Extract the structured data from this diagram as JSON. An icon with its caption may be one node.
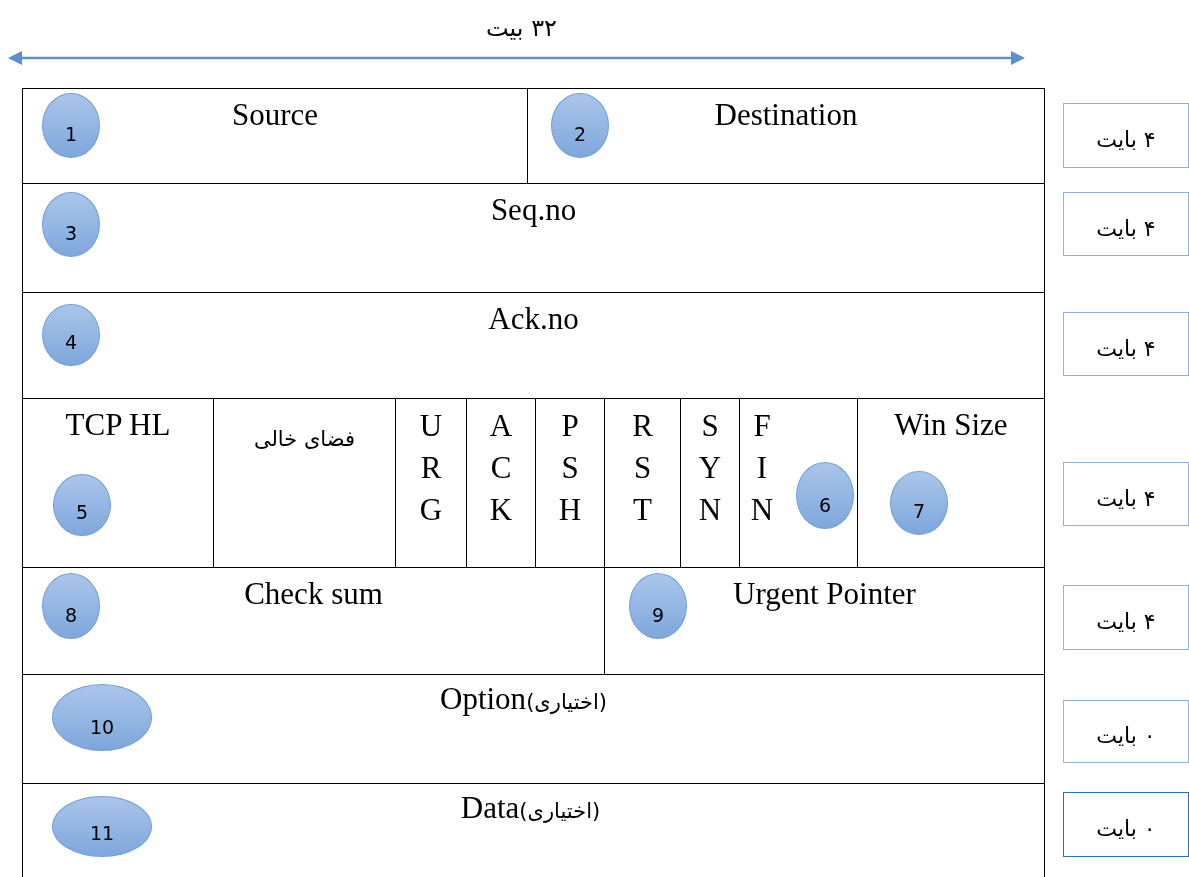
{
  "diagram": {
    "nodes": [
      {
        "text": [
          "Source"
        ]
      },
      {
        "text": [
          "1"
        ],
        "in": 0
      },
      {
        "text": [
          "Destination"
        ]
      },
      {
        "text": [
          "2"
        ],
        "in": 2
      },
      {
        "text": [
          "۴ بایت"
        ]
      },
      {
        "text": [
          "Seq.no"
        ]
      },
      {
        "text": [
          "3"
        ],
        "in": 5
      },
      {
        "text": [
          "۴ بایت"
        ]
      },
      {
        "text": [
          "Ack.no"
        ]
      },
      {
        "text": [
          "4"
        ],
        "in": 8
      },
      {
        "text": [
          "۴ بایت"
        ]
      },
      {
        "text": [
          "TCP HL"
        ]
      },
      {
        "text": [
          "5"
        ],
        "in": 11
      },
      {
        "text": [
          "فضای خالی"
        ]
      },
      {
        "text": [
          "U R G"
        ]
      },
      {
        "text": [
          "A C K"
        ]
      },
      {
        "text": [
          "P S H"
        ]
      },
      {
        "text": [
          "R S T"
        ]
      },
      {
        "text": [
          "S Y N"
        ]
      },
      {
        "text": [
          "F I N"
        ]
      },
      {
        "text": [
          "6"
        ],
        "in": 19
      },
      {
        "text": [
          "Win Size"
        ]
      },
      {
        "text": [
          "7"
        ],
        "in": 21
      },
      {
        "text": [
          "۴ بایت"
        ]
      },
      {
        "text": [
          "Check sum"
        ]
      },
      {
        "text": [
          "8"
        ],
        "in": 24
      },
      {
        "text": [
          "Urgent Pointer"
        ]
      },
      {
        "text": [
          "9"
        ],
        "in": 26
      },
      {
        "text": [
          "۴ بایت"
        ]
      },
      {
        "text": [
          "(اختیاری)",
          "Option"
        ]
      },
      {
        "text": [
          "10"
        ],
        "in": 29
      },
      {
        "text": [
          "۰ بایت"
        ]
      },
      {
        "text": [
          "(اختیاری)",
          "Data"
        ]
      },
      {
        "text": [
          "11"
        ],
        "in": 32
      },
      {
        "text": [
          "۰ بایت"
        ]
      }
    ],
    "labels": [
      "۳۲ بیت"
    ]
  }
}
